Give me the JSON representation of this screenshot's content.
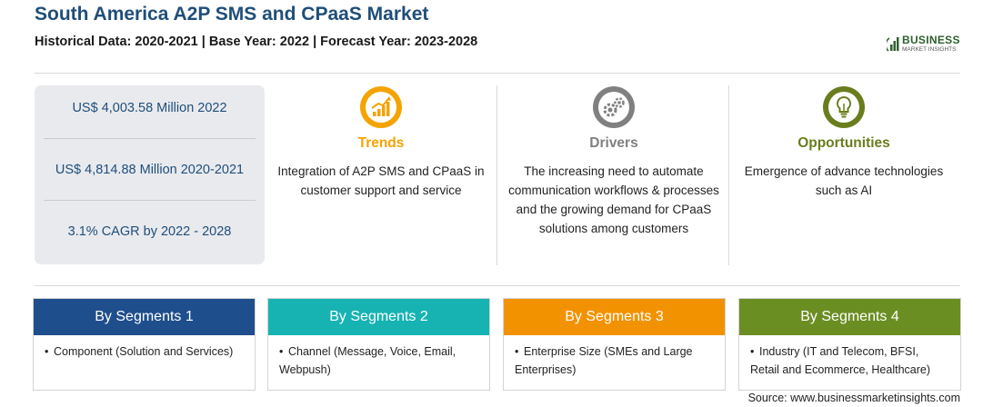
{
  "header": {
    "title": "South America A2P SMS and CPaaS Market",
    "subtitle": "Historical Data: 2020-2021 | Base Year: 2022 | Forecast Year: 2023-2028"
  },
  "logo": {
    "line1": "BUSINESS",
    "line2": "MARKET INSIGHTS",
    "icon": "bar-chart-logo-icon"
  },
  "stats": [
    {
      "value": "US$ 4,003.58 Million 2022"
    },
    {
      "value": "US$ 4,814.88 Million 2020-2021"
    },
    {
      "value": "3.1% CAGR by 2022 - 2028"
    }
  ],
  "columns": [
    {
      "title": "Trends",
      "icon": "trend-chart-icon",
      "color": "#f5a300",
      "text": "Integration of A2P SMS and CPaaS in customer support and service"
    },
    {
      "title": "Drivers",
      "icon": "gears-icon",
      "color": "#808080",
      "text": "The increasing need to automate communication workflows & processes and the growing demand for CPaaS solutions among customers"
    },
    {
      "title": "Opportunities",
      "icon": "lightbulb-icon",
      "color": "#6a7d1d",
      "text": "Emergence of advance technologies such as AI"
    }
  ],
  "segments": [
    {
      "title": "By Segments 1",
      "color": "#1f4e8c",
      "text": "Component (Solution and Services)"
    },
    {
      "title": "By Segments 2",
      "color": "#17b3b3",
      "text": "Channel (Message, Voice, Email, Webpush)"
    },
    {
      "title": "By Segments 3",
      "color": "#f39200",
      "text": "Enterprise Size (SMEs and Large Enterprises)"
    },
    {
      "title": "By Segments 4",
      "color": "#6b8e23",
      "text": "Industry (IT and Telecom, BFSI, Retail and Ecommerce, Healthcare)"
    }
  ],
  "footer": {
    "source": "Source: www.businessmarketinsights.com"
  }
}
